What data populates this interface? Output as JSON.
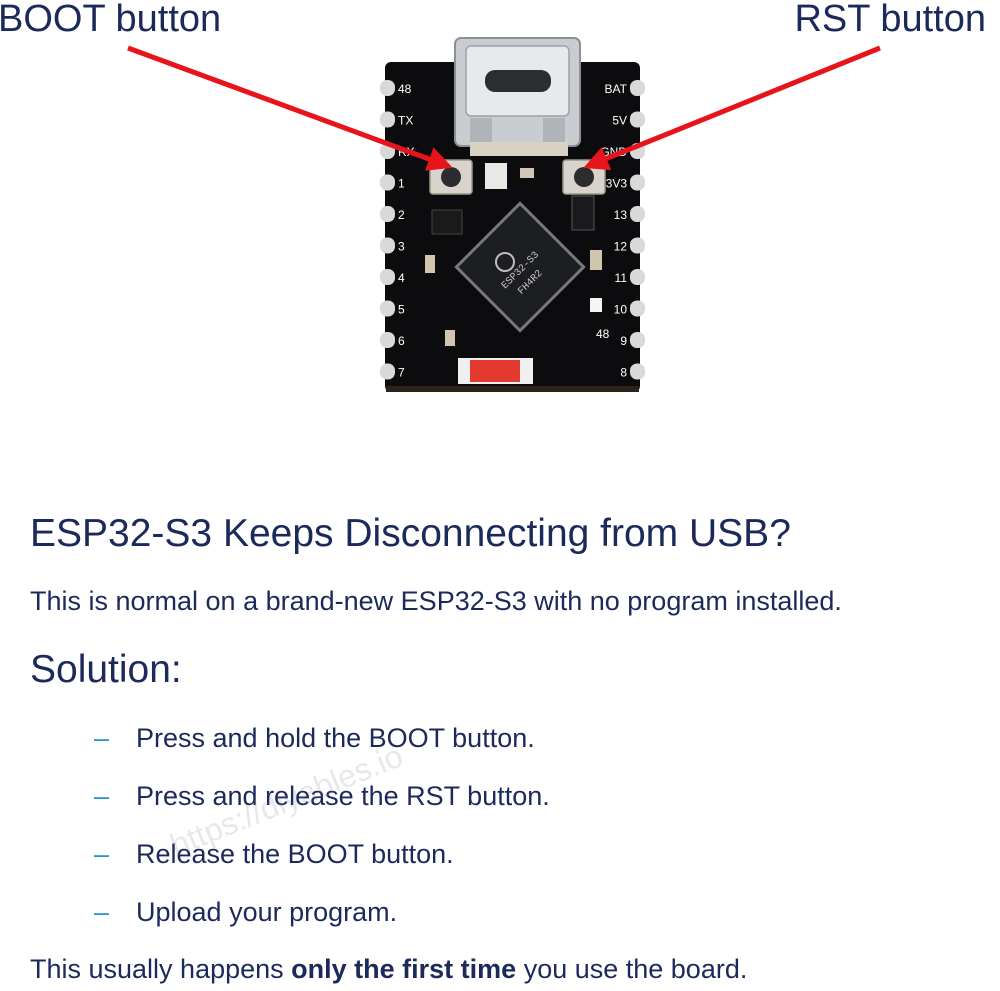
{
  "callouts": {
    "boot": "BOOT button",
    "rst": "RST button"
  },
  "board": {
    "chip_lines": [
      "ESP32-S3",
      "FH4R2"
    ],
    "pins_left": [
      "48",
      "TX",
      "RX",
      "1",
      "2",
      "3",
      "4",
      "5",
      "6",
      "7"
    ],
    "pins_right": [
      "BAT",
      "5V",
      "GND",
      "3V3",
      "13",
      "12",
      "11",
      "10",
      "9",
      "8"
    ],
    "bottom_label": "48"
  },
  "text": {
    "title": "ESP32-S3 Keeps Disconnecting from USB?",
    "intro": "This is normal on a brand-new ESP32-S3 with no program installed.",
    "solution_heading": "Solution:",
    "steps": [
      "Press and hold the BOOT button.",
      "Press and release the RST button.",
      "Release the BOOT button.",
      "Upload your program."
    ],
    "step_marker": "–",
    "footer_before": "This usually happens ",
    "footer_bold": "only the first time",
    "footer_after": " you use the board."
  },
  "watermark": "https://diyables.io",
  "colors": {
    "text": "#1b2a5a",
    "arrow": "#e8141c",
    "dash": "#2f93c9",
    "pcb": "#0c0c0e"
  }
}
